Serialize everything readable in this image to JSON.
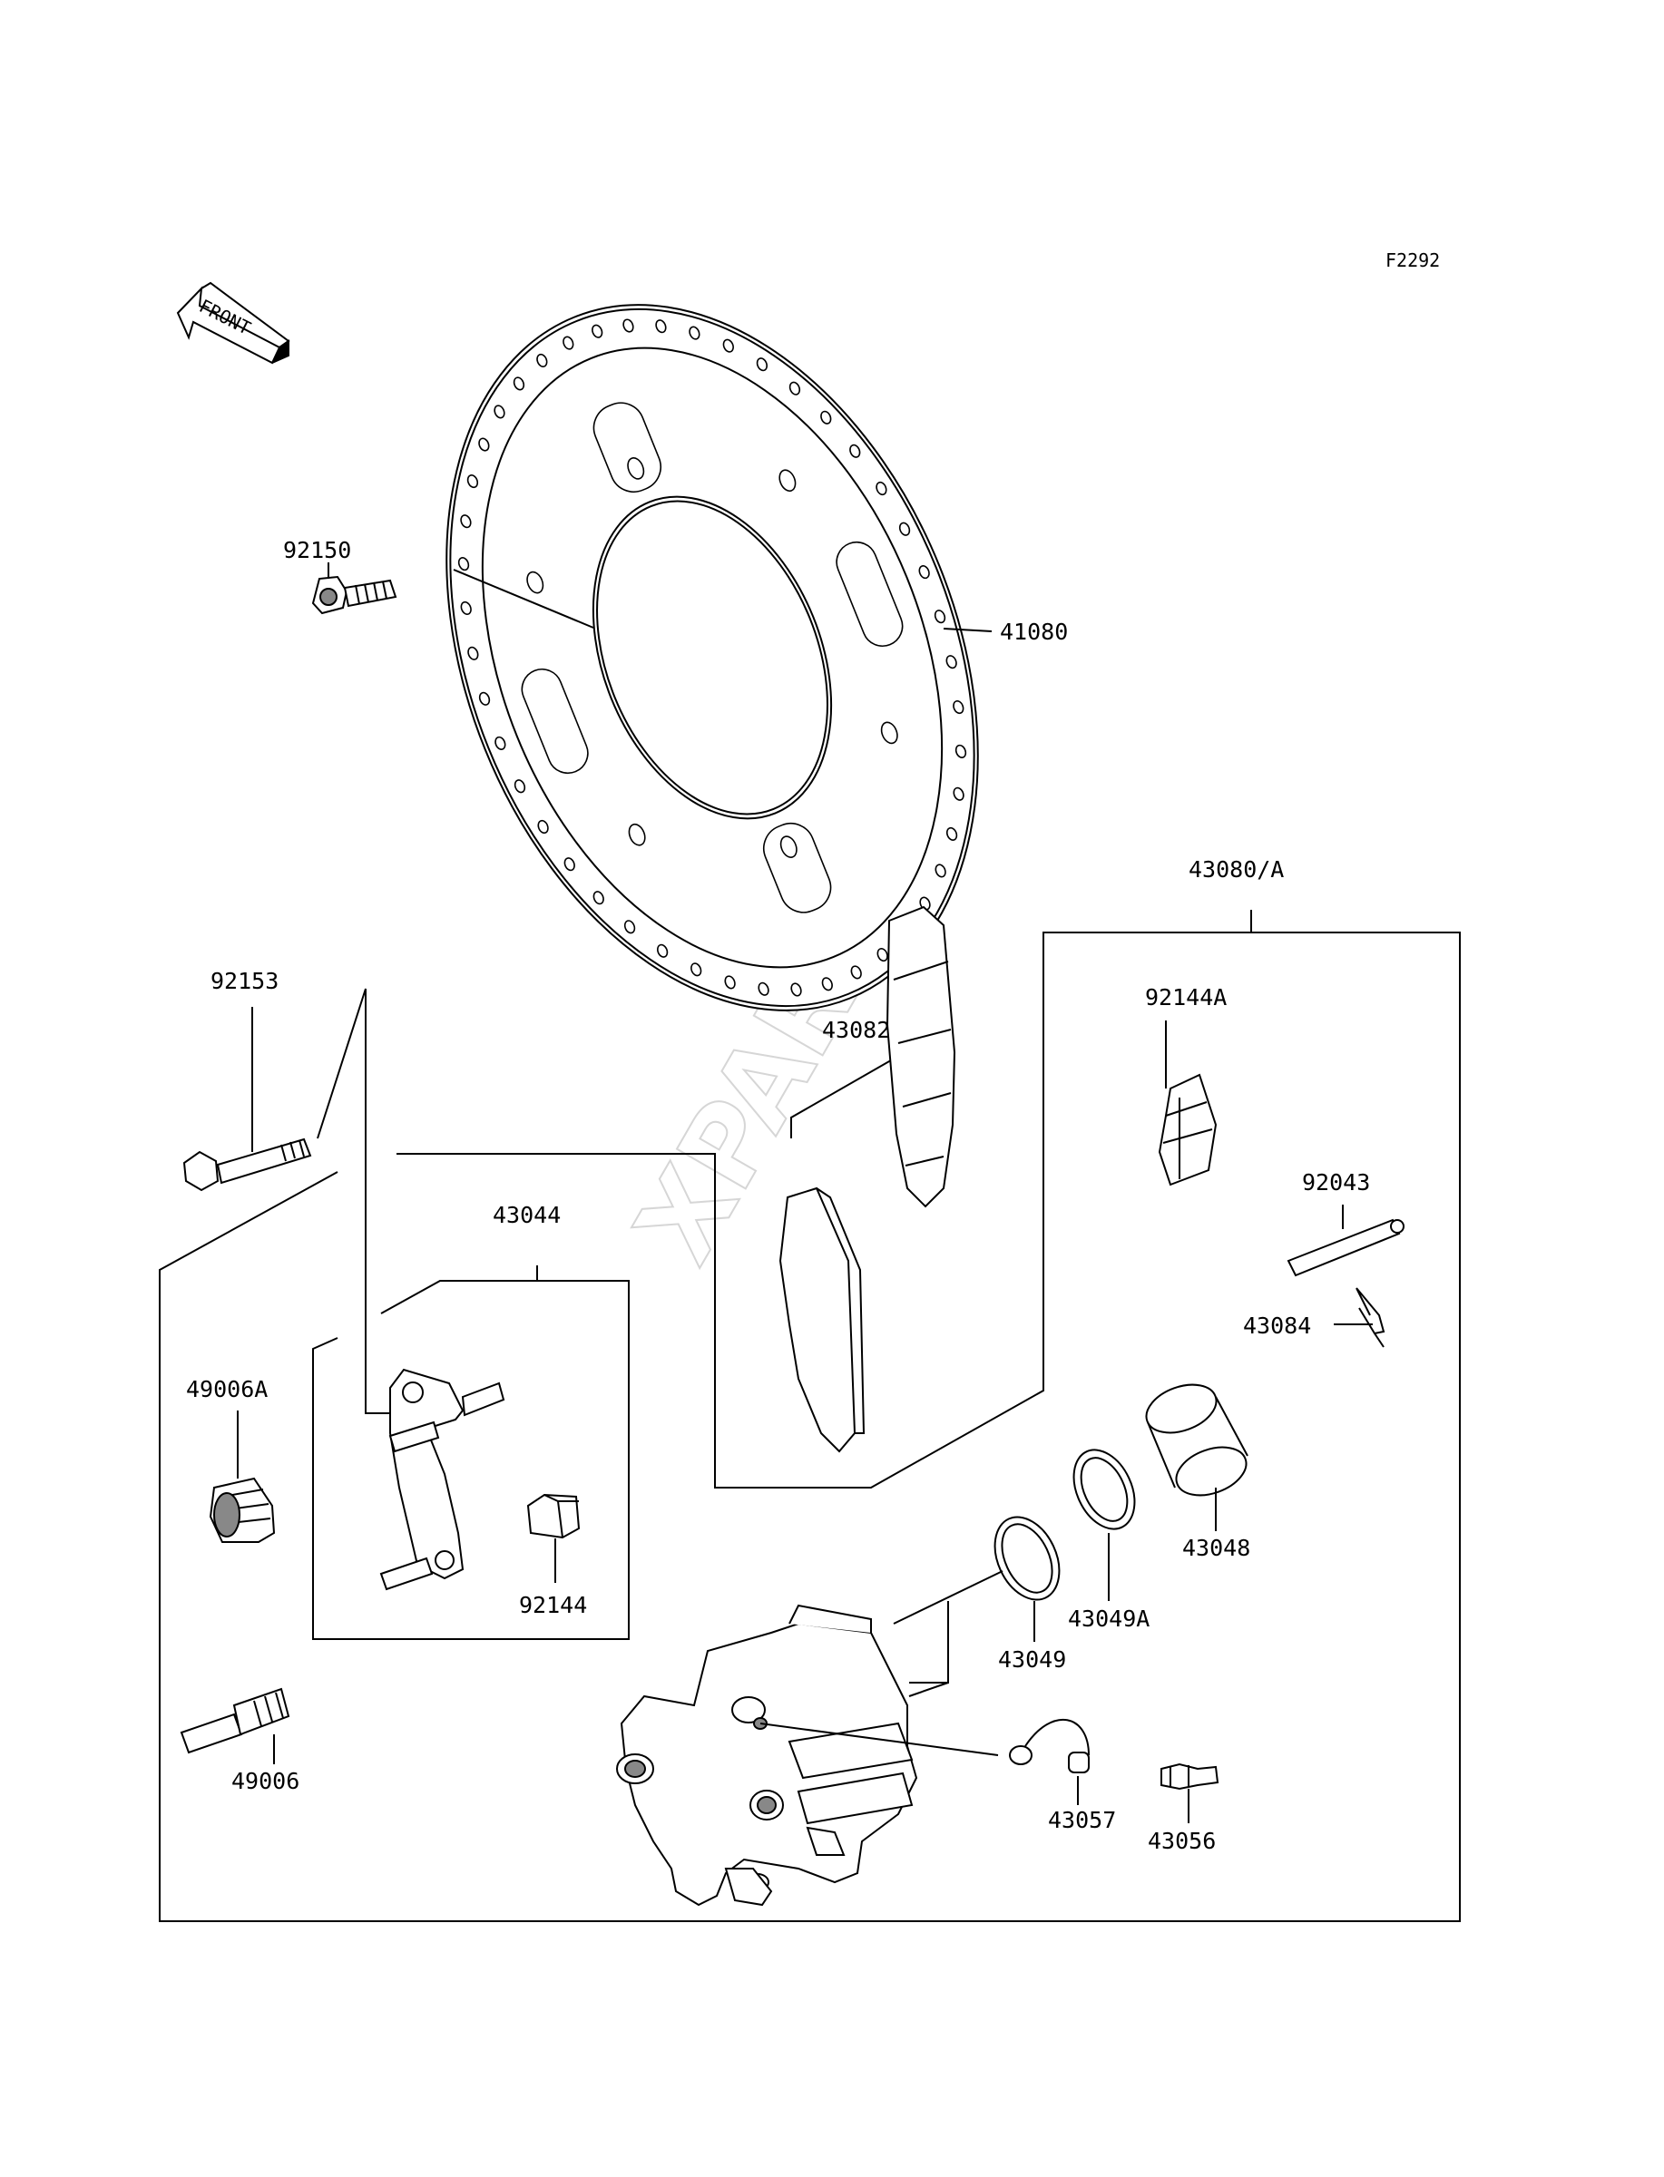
{
  "diagram_code": "F2292",
  "front_arrow_label": "FRONT",
  "watermark": "XPARTS",
  "parts": {
    "p41080": "41080",
    "p92150": "92150",
    "p43080A": "43080/A",
    "p92153": "92153",
    "p43082": "43082",
    "p92144A": "92144A",
    "p92043": "92043",
    "p43044": "43044",
    "p43084": "43084",
    "p49006A": "49006A",
    "p43048": "43048",
    "p92144": "92144",
    "p43049A": "43049A",
    "p43049": "43049",
    "p49006": "49006",
    "p43057": "43057",
    "p43056": "43056"
  }
}
